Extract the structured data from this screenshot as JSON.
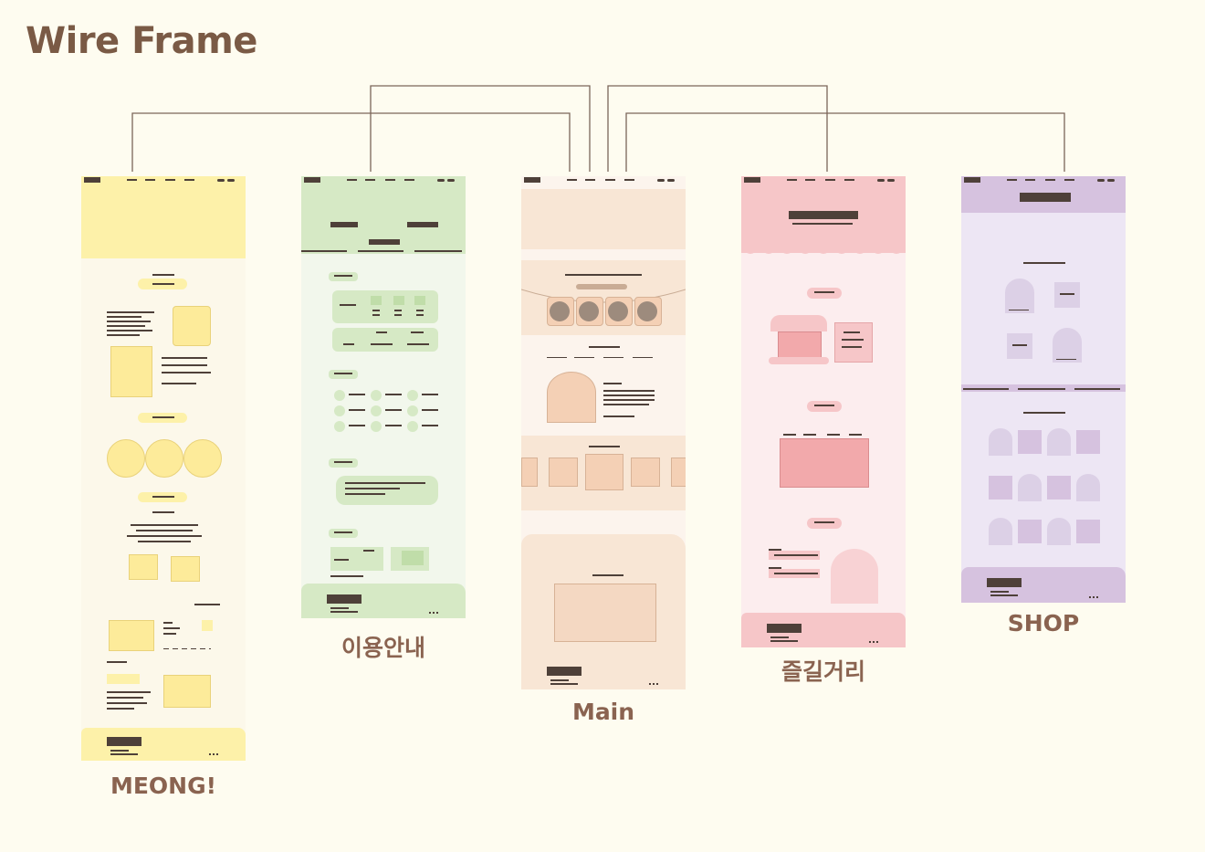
{
  "title": "Wire Frame",
  "pages": [
    {
      "id": "meong",
      "label": "MEONG!",
      "color": "#fdf1a9"
    },
    {
      "id": "guide",
      "label": "이용안내",
      "color": "#d6e9c5"
    },
    {
      "id": "main",
      "label": "Main",
      "color": "#f8e6d5"
    },
    {
      "id": "fun",
      "label": "즐길거리",
      "color": "#f6c6c8"
    },
    {
      "id": "shop",
      "label": "SHOP",
      "color": "#d6c2df"
    }
  ],
  "connections": [
    {
      "from": "main",
      "to": "meong"
    },
    {
      "from": "main",
      "to": "guide"
    },
    {
      "from": "main",
      "to": "fun"
    },
    {
      "from": "main",
      "to": "shop"
    }
  ],
  "colors": {
    "background": "#fefcf0",
    "line": "#7b6559",
    "text": "#7a5a45",
    "dark_block": "#4e4039"
  }
}
